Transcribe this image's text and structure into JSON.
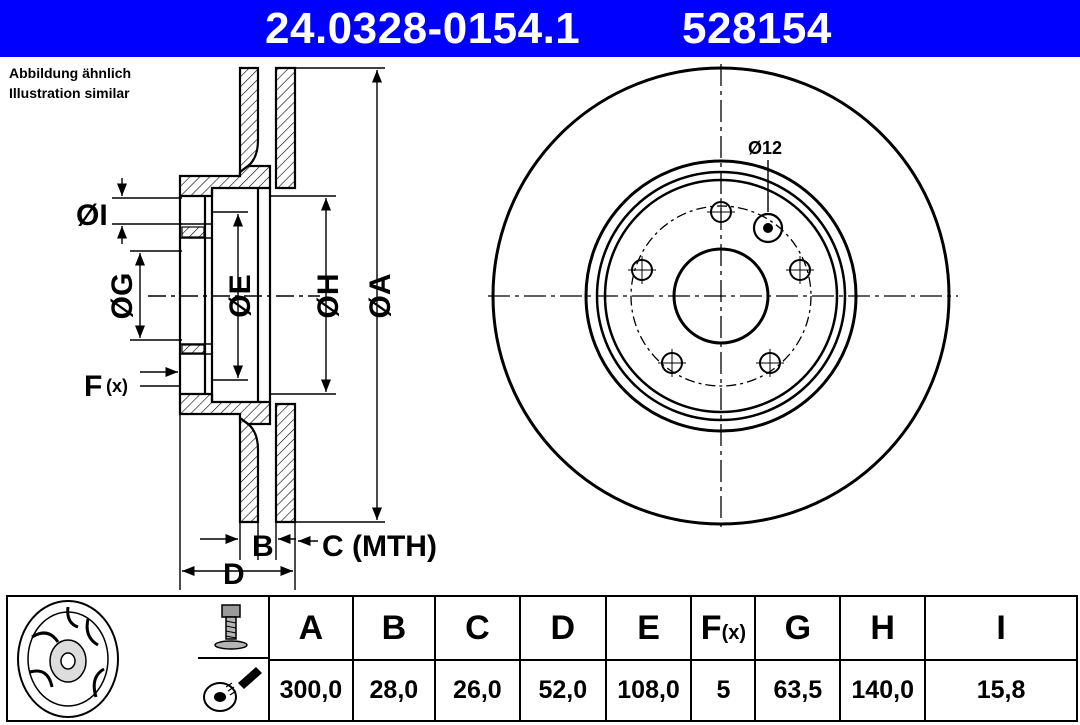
{
  "header": {
    "part_number": "24.0328-0154.1",
    "short_number": "528154",
    "background_color": "#0000ff"
  },
  "note": {
    "line_de": "Abbildung ähnlich",
    "line_en": "Illustration similar"
  },
  "drawing_labels": {
    "dia_i": "ØI",
    "dia_g": "ØG",
    "dia_e": "ØE",
    "dia_h": "ØH",
    "dia_a": "ØA",
    "f_main": "F",
    "f_sub": "(x)",
    "b": "B",
    "c_mth": "C (MTH)",
    "d": "D",
    "hole_dia": "Ø12"
  },
  "table": {
    "headers": [
      "A",
      "B",
      "C",
      "D",
      "E",
      "F",
      "G",
      "H",
      "I"
    ],
    "f_header_suffix": "(x)",
    "values": [
      "300,0",
      "28,0",
      "26,0",
      "52,0",
      "108,0",
      "5",
      "63,5",
      "140,0",
      "15,8"
    ]
  },
  "icons": {
    "disc_thumbnail": "brake-disc-icon",
    "bolt": "bolt-icon",
    "spray": "spray-cleaner-icon"
  }
}
